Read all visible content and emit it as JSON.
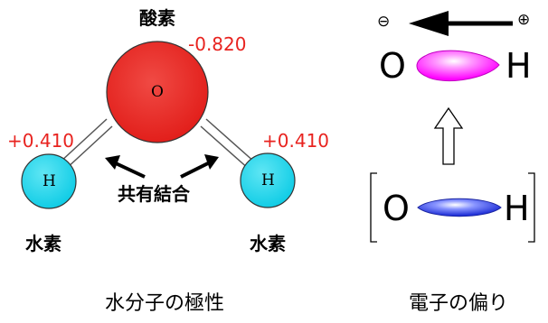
{
  "left_panel": {
    "oxygen_name": "酸素",
    "oxygen_charge": "-0.820",
    "oxygen_symbol": "O",
    "left_h_charge": "+0.410",
    "right_h_charge": "+0.410",
    "left_h_symbol": "H",
    "right_h_symbol": "H",
    "left_h_name": "水素",
    "right_h_name": "水素",
    "bond_label": "共有結合",
    "caption": "水分子の極性"
  },
  "right_panel": {
    "minus_symbol": "⊖",
    "plus_symbol": "⊕",
    "top_o": "O",
    "top_h": "H",
    "bottom_o": "O",
    "bottom_h": "H",
    "caption": "電子の偏り"
  },
  "colors": {
    "oxygen": "#e8231f",
    "hydrogen": "#19d3ea",
    "charge_text": "#e8231f",
    "polar_cloud": "#ff00ff",
    "nonpolar_cloud": "#2030d8"
  }
}
